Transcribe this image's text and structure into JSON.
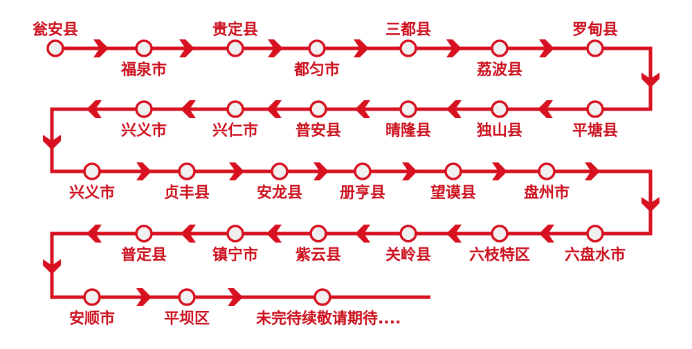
{
  "theme": {
    "line_color": "#d7111f",
    "label_color": "#cc0f1d",
    "station_fill": "#f0f0f0"
  },
  "rows": [
    {
      "direction": "right",
      "stations": [
        "瓮安县",
        "福泉市",
        "贵定县",
        "都匀市",
        "三都县",
        "荔波县",
        "罗甸县"
      ]
    },
    {
      "direction": "left",
      "stations": [
        "平塘县",
        "独山县",
        "晴隆县",
        "普安县",
        "兴仁市",
        "兴义市"
      ]
    },
    {
      "direction": "right",
      "stations": [
        "兴义市",
        "贞丰县",
        "安龙县",
        "册亨县",
        "望谟县",
        "盘州市"
      ]
    },
    {
      "direction": "left",
      "stations": [
        "六盘水市",
        "六枝特区",
        "关岭县",
        "紫云县",
        "镇宁市",
        "普定县"
      ]
    },
    {
      "direction": "right",
      "stations": [
        "安顺市",
        "平坝区",
        "未完待续敬请期待...."
      ]
    }
  ]
}
